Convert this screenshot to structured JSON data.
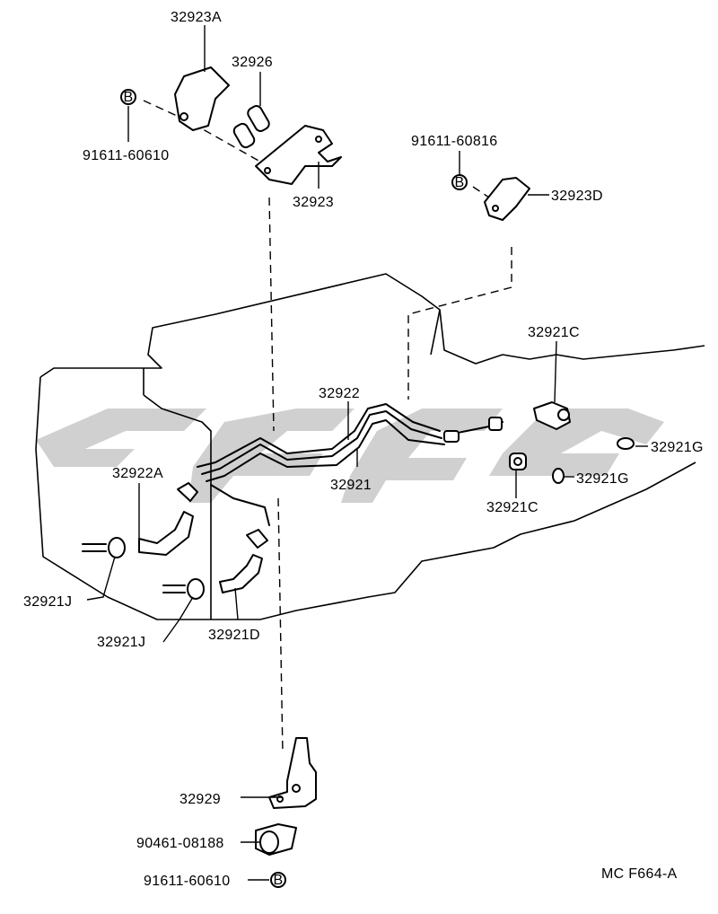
{
  "labels": {
    "p_32923A": "32923A",
    "p_32926": "32926",
    "p_91611_60610_top": "91611-60610",
    "p_32923": "32923",
    "p_91611_60816": "91611-60816",
    "p_32923D": "32923D",
    "p_32921C_top": "32921C",
    "p_32922": "32922",
    "p_32921G_1": "32921G",
    "p_32922A": "32922A",
    "p_32921": "32921",
    "p_32921G_2": "32921G",
    "p_32921C_bottom": "32921C",
    "p_32921J_1": "32921J",
    "p_32921J_2": "32921J",
    "p_32921D": "32921D",
    "p_32929": "32929",
    "p_90461_08188": "90461-08188",
    "p_91611_60610_bottom": "91611-60610",
    "figure_code": "MC F664-A",
    "bolt_mark": "B"
  },
  "colors": {
    "ink": "#000000",
    "watermark": "#c8c8c8",
    "background": "#ffffff"
  },
  "icons": [
    "bolt-b-icon",
    "watermark-logo"
  ]
}
